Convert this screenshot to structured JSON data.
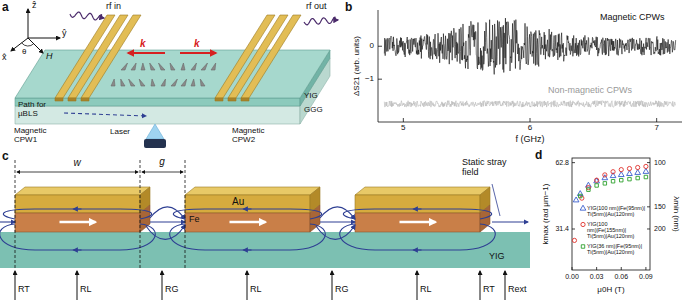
{
  "diagram": {
    "labels": [
      "a",
      "ẑ",
      "x̂",
      "ŷ",
      "θ",
      "H",
      "rf in",
      "k",
      "k",
      "Path for µBLS",
      "Laser",
      "YIG",
      "GGG",
      "Magnetic CPW1",
      "Magnetic CPW2",
      "rf out",
      "b",
      "ΔS21 (arb. units)",
      "0",
      "−1",
      "5",
      "6",
      "7",
      "f (GHz)",
      "Magnetic CPWs",
      "Non-magnetic CPWs",
      "c",
      "w",
      "g",
      "Au",
      "Fe",
      "Static stray field",
      "YIG",
      "RT",
      "RL",
      "RG",
      "RL",
      "RG",
      "RL",
      "RT",
      "Rext",
      "d",
      "kmax (rad μm−1)",
      "62.8",
      "31.4",
      "λmin (nm)",
      "100",
      "150",
      "200",
      "0.00",
      "0.03",
      "0.06",
      "0.09",
      "μ0H (T)"
    ],
    "legend": [
      {
        "text": "YIG(100 nm)|Fe(95nm)| Ti(5nm)|Au(120nm)"
      },
      {
        "text": "YIG(100 nm)|Fe(155nm)| Ti(5nm)|Au(120nm)"
      },
      {
        "text": "YIG(36 nm)|Fe(95nm)| Ti(5nm)|Au(120nm)"
      }
    ]
  }
}
